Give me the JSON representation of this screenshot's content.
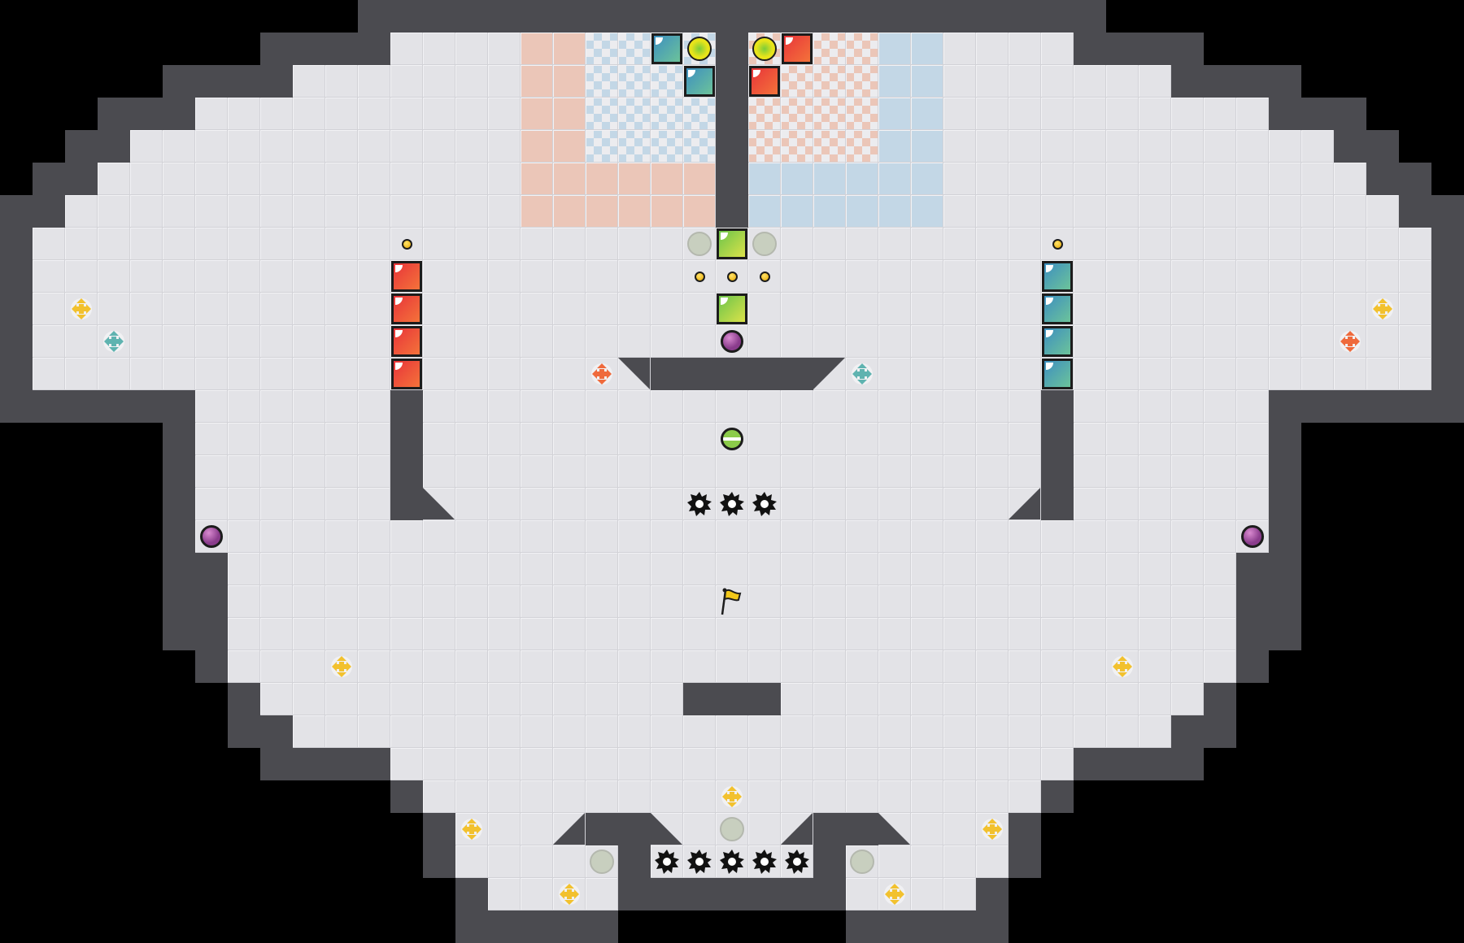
{
  "game": {
    "map_type": "capture-the-flag",
    "grid": {
      "columns": 45,
      "rows": 29
    },
    "colors": {
      "floor": "#e3e3e7",
      "wall": "#4b4b50",
      "background": "#000000",
      "red_zone": "#ebc6b8",
      "blue_zone": "#c3d7e6",
      "red_gate": "#e8343a",
      "blue_gate": "#3d8fc0",
      "green_gate": "#8ccc4a",
      "flag_yellow": "#e8e41a",
      "boost_yellow": "#f2c12e",
      "boost_red": "#ef6a3c",
      "boost_blue": "#5fb3b0",
      "bomb": "#8a3c8c",
      "button": "#c8cfbf"
    },
    "entities": {
      "red_gates": 6,
      "blue_gates": 6,
      "green_gates": 2,
      "yellow_flags": 2,
      "neutral_flags": 1,
      "bombs": 3,
      "spikes": 8,
      "boosts": 13,
      "buttons": 5,
      "pills": 5,
      "powerups": 1
    }
  }
}
